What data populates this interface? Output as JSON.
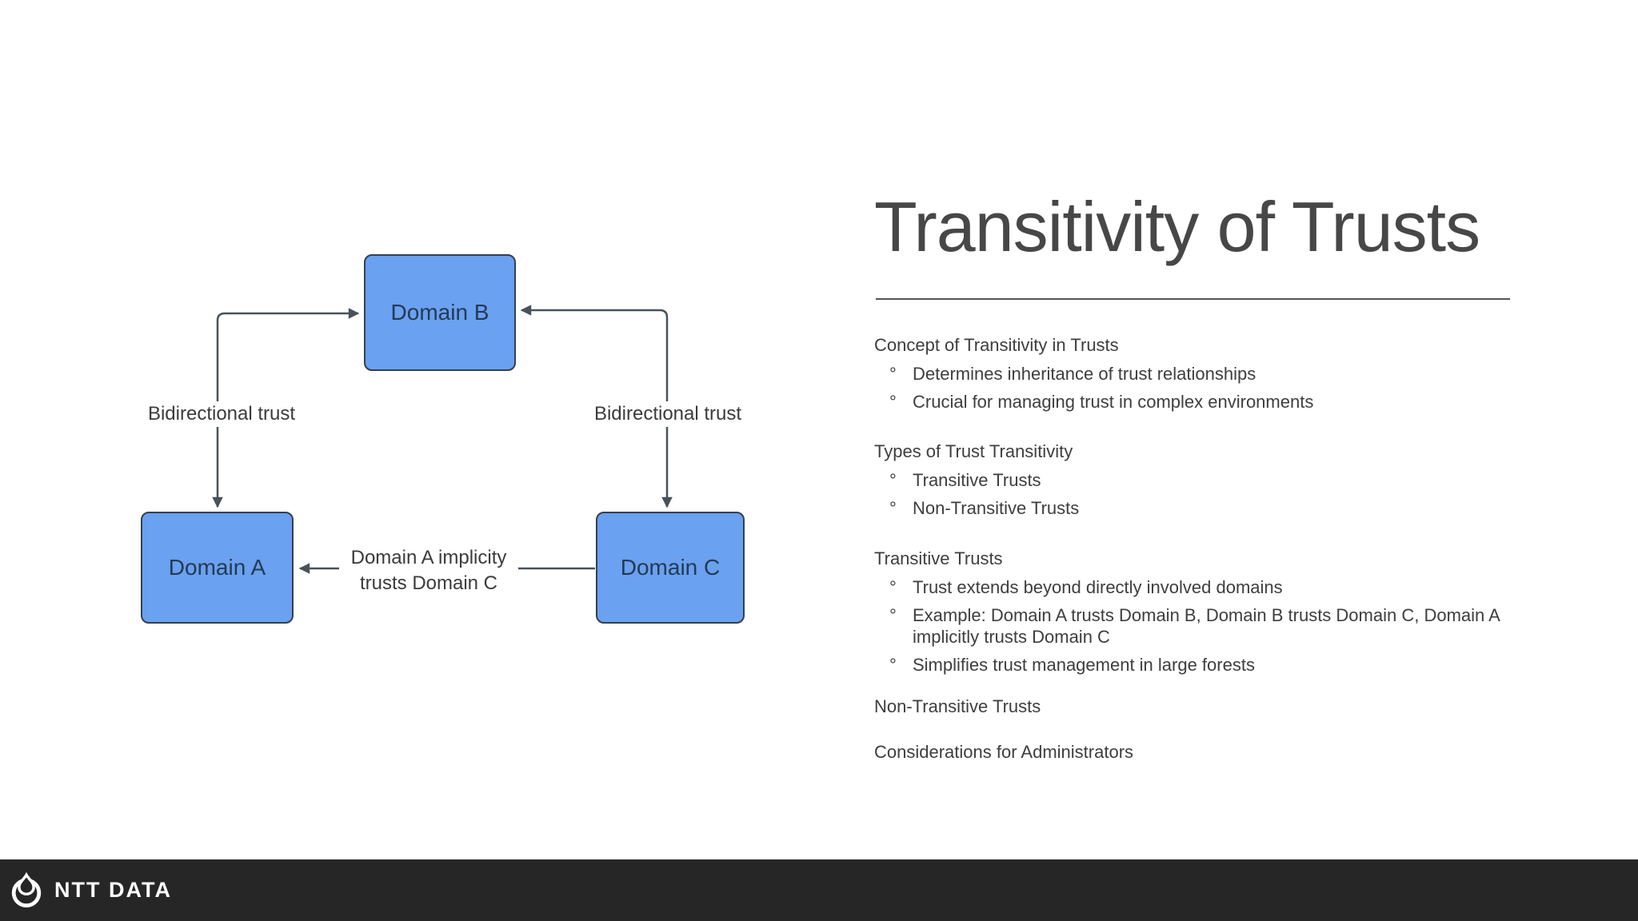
{
  "content": {
    "title": "Transitivity of Trusts",
    "bullet_marker": "°",
    "sections": [
      {
        "heading": "Concept of Transitivity in Trusts",
        "bullets": [
          "Determines inheritance of trust relationships",
          "Crucial for managing trust in complex environments"
        ]
      },
      {
        "heading": "Types of Trust Transitivity",
        "bullets": [
          "Transitive Trusts",
          "Non-Transitive Trusts"
        ]
      },
      {
        "heading": "Transitive Trusts",
        "bullets": [
          "Trust extends beyond directly involved domains",
          "Example: Domain A trusts Domain B, Domain B trusts Domain C, Domain A implicitly trusts Domain C",
          "Simplifies trust management in large forests"
        ]
      },
      {
        "heading": "Non-Transitive Trusts",
        "bullets": []
      },
      {
        "heading": "Considerations for Administrators",
        "bullets": []
      }
    ]
  },
  "diagram": {
    "nodes": [
      {
        "id": "domain-a",
        "label": "Domain A"
      },
      {
        "id": "domain-b",
        "label": "Domain B"
      },
      {
        "id": "domain-c",
        "label": "Domain C"
      }
    ],
    "edges": [
      {
        "from": "Domain A",
        "to": "Domain B",
        "type": "bidirectional",
        "label": "Bidirectional trust"
      },
      {
        "from": "Domain C",
        "to": "Domain B",
        "type": "bidirectional",
        "label": "Bidirectional trust"
      },
      {
        "from": "Domain C",
        "to": "Domain A",
        "type": "one-way",
        "label": "Domain A implicity trusts Domain C",
        "label_lines": [
          "Domain A implicity",
          "trusts Domain C"
        ]
      }
    ],
    "colors": {
      "node_fill": "#6aa1f0",
      "node_border": "#33404c",
      "connector": "#47525c"
    }
  },
  "footer": {
    "brand": "NTT DATA",
    "logo": "ntt-dynamic-loop-icon",
    "bg": "#262626"
  }
}
